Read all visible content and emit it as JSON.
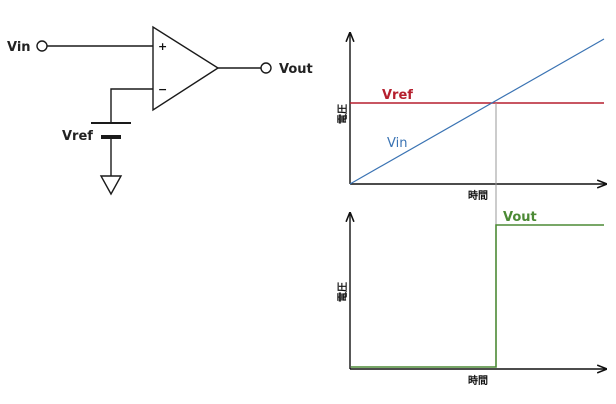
{
  "circuit": {
    "input_label": "Vin",
    "output_label": "Vout",
    "reference_label": "Vref",
    "plus_sign": "+",
    "minus_sign": "−"
  },
  "input_chart": {
    "ylabel": "電圧",
    "xlabel": "時間",
    "vref_label": "Vref",
    "vin_label": "Vin"
  },
  "output_chart": {
    "ylabel": "電圧",
    "xlabel": "時間",
    "vout_label": "Vout"
  },
  "colors": {
    "circuit": "#1a1a1a",
    "axis": "#111111",
    "vref": "#b51f2e",
    "vin": "#3a73b3",
    "vout": "#4c8a35",
    "crossing": "#999999"
  }
}
